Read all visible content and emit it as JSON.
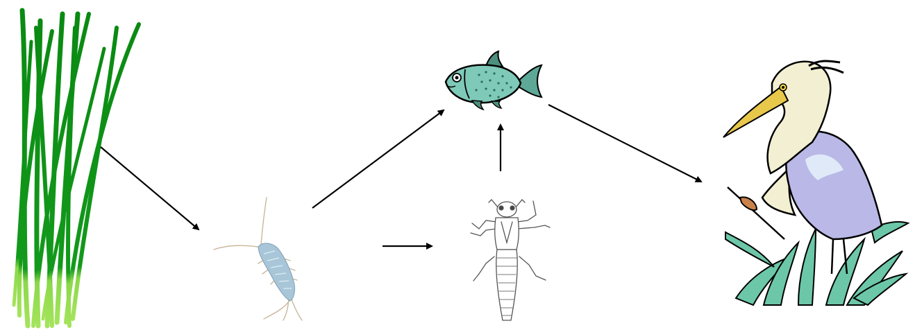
{
  "diagram": {
    "nodes": [
      {
        "id": "grass",
        "icon": "grass-icon"
      },
      {
        "id": "silverfish",
        "icon": "silverfish-icon"
      },
      {
        "id": "fish",
        "icon": "fish-icon"
      },
      {
        "id": "nymph",
        "icon": "insect-nymph-icon"
      },
      {
        "id": "heron",
        "icon": "heron-icon"
      }
    ],
    "edges": [
      {
        "from": "grass",
        "to": "silverfish"
      },
      {
        "from": "silverfish",
        "to": "fish"
      },
      {
        "from": "silverfish",
        "to": "nymph"
      },
      {
        "from": "nymph",
        "to": "fish"
      },
      {
        "from": "fish",
        "to": "heron"
      }
    ]
  },
  "colors": {
    "grass_dark": "#0a8a12",
    "grass_light": "#8bd84a",
    "fish_body": "#7ec9b8",
    "heron_body": "#f3efd2",
    "heron_wing": "#b9b8e6",
    "reeds": "#6cc7a9",
    "arrow": "#000000"
  }
}
